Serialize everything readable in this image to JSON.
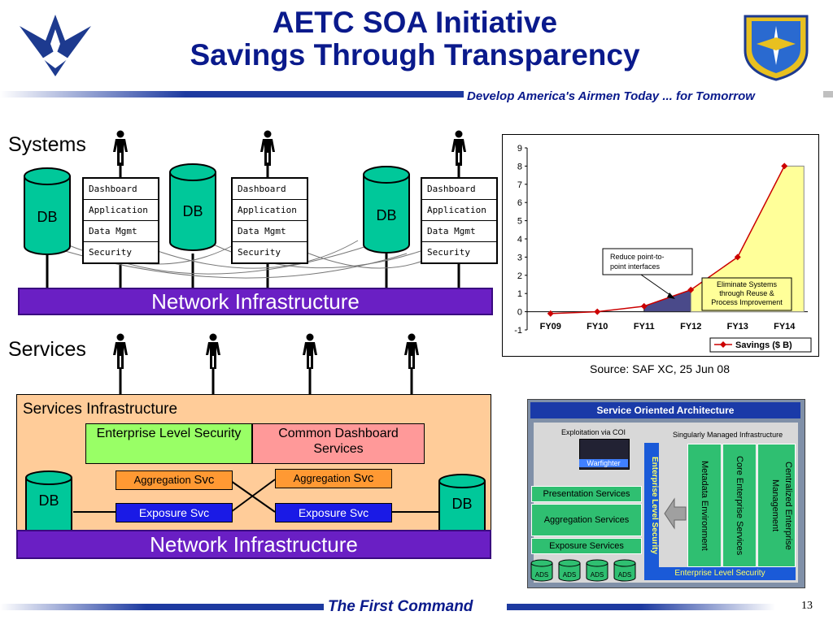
{
  "title": {
    "line1": "AETC SOA Initiative",
    "line2": "Savings Through Transparency"
  },
  "tagline": "Develop America's Airmen Today ... for Tomorrow",
  "footer": {
    "command": "The First Command",
    "page_number": "13"
  },
  "systems": {
    "label": "Systems",
    "db_label": "DB",
    "stack_items": [
      "Dashboard",
      "Application",
      "Data Mgmt",
      "Security"
    ],
    "network_label": "Network Infrastructure"
  },
  "services": {
    "label": "Services",
    "infra_label": "Services Infrastructure",
    "enterprise_security": "Enterprise Level Security",
    "common_dashboard": "Common Dashboard Services",
    "aggregation_prefix": "Aggregation",
    "aggregation_suffix": "Svc",
    "exposure": "Exposure Svc",
    "db_label": "DB",
    "network_label": "Network Infrastructure"
  },
  "chart_data": {
    "type": "line",
    "categories": [
      "FY09",
      "FY10",
      "FY11",
      "FY12",
      "FY13",
      "FY14"
    ],
    "series": [
      {
        "name": "Savings ($ B)",
        "values": [
          -0.1,
          0.0,
          0.3,
          1.2,
          3.0,
          8.0
        ]
      }
    ],
    "ylim": [
      -1,
      9
    ],
    "yticks": [
      "-1",
      "0",
      "1",
      "2",
      "3",
      "4",
      "5",
      "6",
      "7",
      "8",
      "9"
    ],
    "annotations": [
      "Reduce point-to-point interfaces",
      "Eliminate Systems through Reuse & Process Improvement"
    ],
    "legend": "bottom-right",
    "line_color": "#cc0000",
    "fill_colors": [
      "#4a4a8a",
      "#ffff99"
    ]
  },
  "source": "Source:  SAF XC, 25 Jun 08",
  "soa": {
    "title": "Service Oriented Architecture",
    "coi": "Exploitation via COI",
    "warfighter": "Warfighter",
    "singularly": "Singularly Managed Infrastructure",
    "presentation": "Presentation Services",
    "aggregation": "Aggregation Services",
    "exposure": "Exposure Services",
    "ads": [
      "ADS",
      "ADS",
      "ADS",
      "ADS"
    ],
    "els_vertical": "Enterprise Level Security",
    "els_bottom": "Enterprise Level Security",
    "metadata": "Metadata Environment",
    "core": "Core Enterprise Services",
    "centralized": "Centralized Enterprise Management"
  },
  "colors": {
    "title": "#0a1a8c",
    "network": "#6a1fc4",
    "db": "#00c89a",
    "infra": "#ffcc99"
  }
}
